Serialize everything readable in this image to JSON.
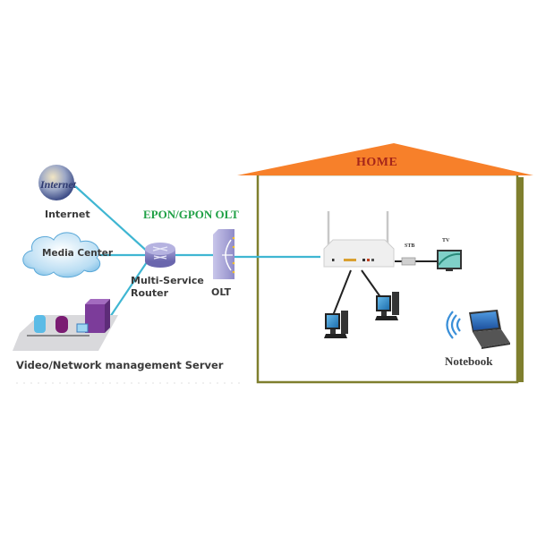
{
  "diagram": {
    "title": "EPON/GPON OLT",
    "home_label": "HOME",
    "colors": {
      "link_fiber": "#3fb6d2",
      "link_cable": "#222222",
      "roof": "#f7802a",
      "house_wall": "#7f7f2e",
      "title_green": "#1fa045",
      "home_red": "#a5261a"
    },
    "nodes": [
      {
        "id": "internet",
        "label": "Internet",
        "icon": "globe-icon"
      },
      {
        "id": "media-center",
        "label": "Media Center",
        "icon": "cloud-icon"
      },
      {
        "id": "server",
        "label": "Video/Network management Server",
        "icon": "server-cluster-icon"
      },
      {
        "id": "router",
        "label": "Multi-Service Router",
        "label_lines": [
          "Multi-Service",
          "Router"
        ],
        "icon": "router-icon"
      },
      {
        "id": "olt",
        "label": "OLT",
        "icon": "olt-icon"
      },
      {
        "id": "onu",
        "label": "",
        "icon": "wifi-router-icon"
      },
      {
        "id": "stb",
        "label": "STB",
        "icon": "set-top-box-icon"
      },
      {
        "id": "tv",
        "label": "TV",
        "icon": "tv-icon"
      },
      {
        "id": "pc1",
        "label": "",
        "icon": "desktop-pc-icon"
      },
      {
        "id": "pc2",
        "label": "",
        "icon": "desktop-pc-icon"
      },
      {
        "id": "notebook",
        "label": "Notebook",
        "icon": "laptop-icon"
      }
    ],
    "edges": [
      {
        "from": "internet",
        "to": "router",
        "type": "fiber"
      },
      {
        "from": "media-center",
        "to": "router",
        "type": "fiber"
      },
      {
        "from": "server",
        "to": "router",
        "type": "fiber"
      },
      {
        "from": "router",
        "to": "olt",
        "type": "fiber"
      },
      {
        "from": "olt",
        "to": "onu",
        "type": "fiber"
      },
      {
        "from": "onu",
        "to": "stb",
        "type": "cable"
      },
      {
        "from": "stb",
        "to": "tv",
        "type": "cable"
      },
      {
        "from": "onu",
        "to": "pc1",
        "type": "cable"
      },
      {
        "from": "onu",
        "to": "pc2",
        "type": "cable"
      },
      {
        "from": "onu",
        "to": "notebook",
        "type": "wireless"
      }
    ]
  }
}
